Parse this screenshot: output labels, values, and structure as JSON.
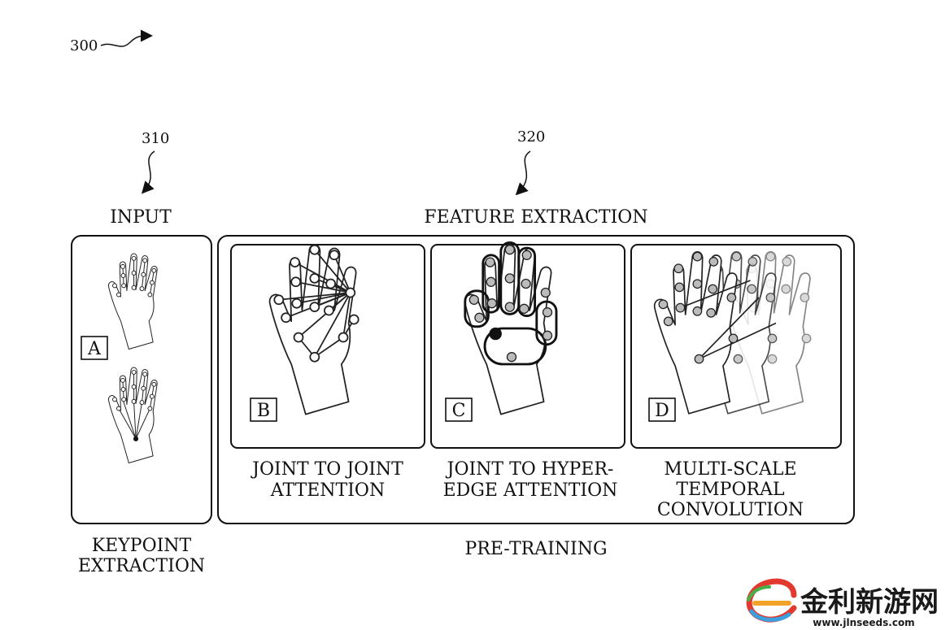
{
  "figure": {
    "ref_main": "300",
    "ref_input": "310",
    "ref_feature": "320"
  },
  "labels": {
    "input": "INPUT",
    "feature_extraction": "FEATURE EXTRACTION",
    "keypoint_1": "KEYPOINT",
    "keypoint_2": "EXTRACTION",
    "pretraining": "PRE-TRAINING"
  },
  "panels": {
    "a": {
      "letter": "A"
    },
    "b": {
      "letter": "B",
      "caption_1": "JOINT TO JOINT",
      "caption_2": "ATTENTION"
    },
    "c": {
      "letter": "C",
      "caption_1": "JOINT TO HYPER-",
      "caption_2": "EDGE ATTENTION"
    },
    "d": {
      "letter": "D",
      "caption_1": "MULTI-SCALE",
      "caption_2": "TEMPORAL",
      "caption_3": "CONVOLUTION"
    }
  },
  "watermark": {
    "brand": "金利新游网",
    "url": "www.jlnseeds.com"
  }
}
